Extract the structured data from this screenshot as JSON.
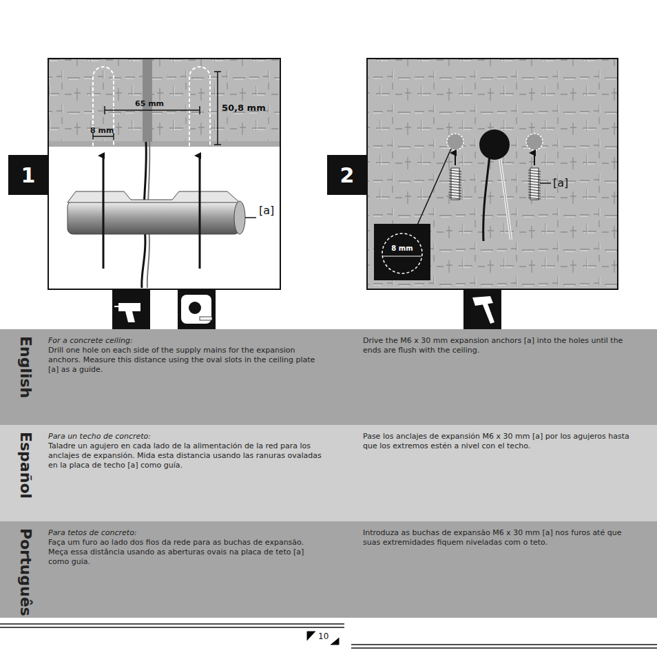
{
  "diagram": {
    "nodes": [
      {
        "text": [
          "1"
        ]
      },
      {
        "text": [
          "2"
        ]
      },
      {
        "text": [
          "8 mm"
        ]
      },
      {
        "text": [
          "English",
          "For a concrete ceiling:",
          "Drill one hole on each side of the supply mains for the expansion anchors. Measure this distance using the oval slots in the ceiling plate [a] as a guide.",
          "Drive the M6 x 30 mm expansion anchors [a] into the holes until the ends are flush with the ceiling."
        ]
      },
      {
        "text": [
          "Español",
          "Para un techo de concreto:",
          "Taladre un agujero en cada lado de la alimentación de la red para los anclajes de expansión. Mida esta distancia usando las ranuras ovaladas en la placa de techo [a] como guía.",
          "Pase los anclajes de expansión M6 x 30 mm [a] por los agujeros hasta que los extremos estén a nivel con el techo."
        ]
      },
      {
        "text": [
          "Português",
          "Para tetos de concreto:",
          "Faça um furo ao lado dos fios da rede para as buchas de expansão. Meça essa distância usando as aberturas ovais na placa de teto [a] como guia.",
          "Introduza as buchas de expansão M6 x 30 mm [a] nos furos até que suas extremidades fiquem niveladas com o teto."
        ]
      }
    ],
    "labels": [
      "65 mm",
      "50,8 mm",
      "8 mm",
      "[a]",
      "[a]",
      "10"
    ]
  }
}
